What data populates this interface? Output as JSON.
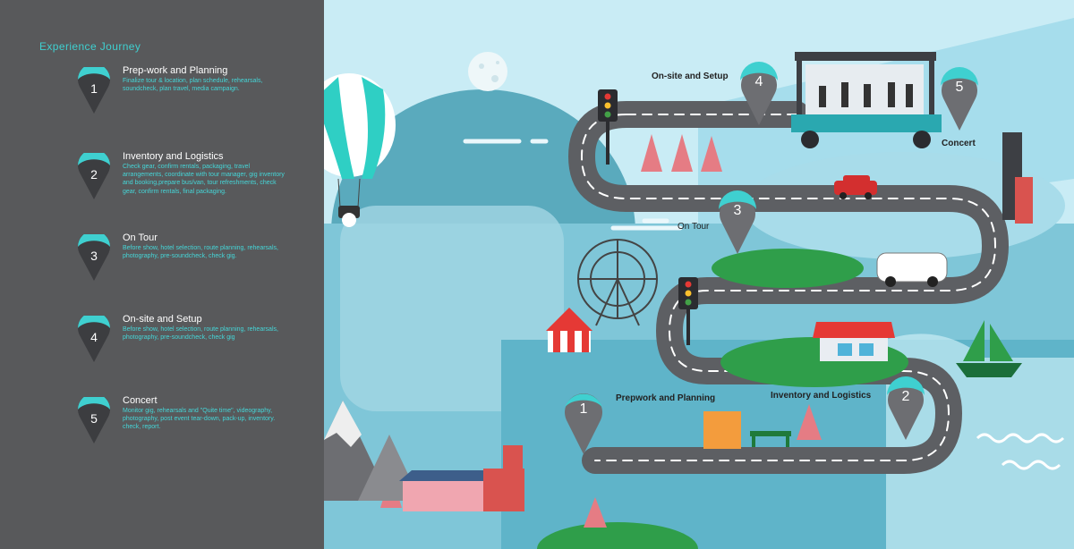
{
  "sidebar": {
    "title": "Experience Journey",
    "steps": [
      {
        "number": "1",
        "title": "Prep-work and Planning",
        "description": "Finalize tour & location, plan schedule, rehearsals, soundcheck, plan travel, media campaign."
      },
      {
        "number": "2",
        "title": "Inventory and Logistics",
        "description": "Check gear, confirm rentals, packaging, travel arrangements, coordinate with tour manager, gig inventory and booking,prepare bus/van, tour refreshments, check gear, confirm rentals, final packaging."
      },
      {
        "number": "3",
        "title": "On Tour",
        "description": "Before show, hotel selection, route planning, rehearsals, photography, pre-soundcheck, check gig."
      },
      {
        "number": "4",
        "title": "On-site and Setup",
        "description": "Before show, hotel selection, route planning, rehearsals, photography, pre-soundcheck, check gig"
      },
      {
        "number": "5",
        "title": "Concert",
        "description": "Monitor gig, rehearsals and \"Quite time\", videography, photography, post event tear-down, pack-up, inventory. check, report."
      }
    ]
  },
  "map": {
    "labels": {
      "onsite": "On-site and Setup",
      "concert": "Concert",
      "ontour": "On Tour",
      "prepwork": "Prepwork and Planning",
      "inventory": "Inventory and Logistics"
    },
    "pins": {
      "p1": "1",
      "p2": "2",
      "p3": "3",
      "p4": "4",
      "p5": "5"
    }
  },
  "colors": {
    "sidebar_bg": "#58595b",
    "accent_teal": "#3fd0d0",
    "sky": "#c9ecf5",
    "grass": "#2f9e4a",
    "road": "#5d5f63"
  }
}
